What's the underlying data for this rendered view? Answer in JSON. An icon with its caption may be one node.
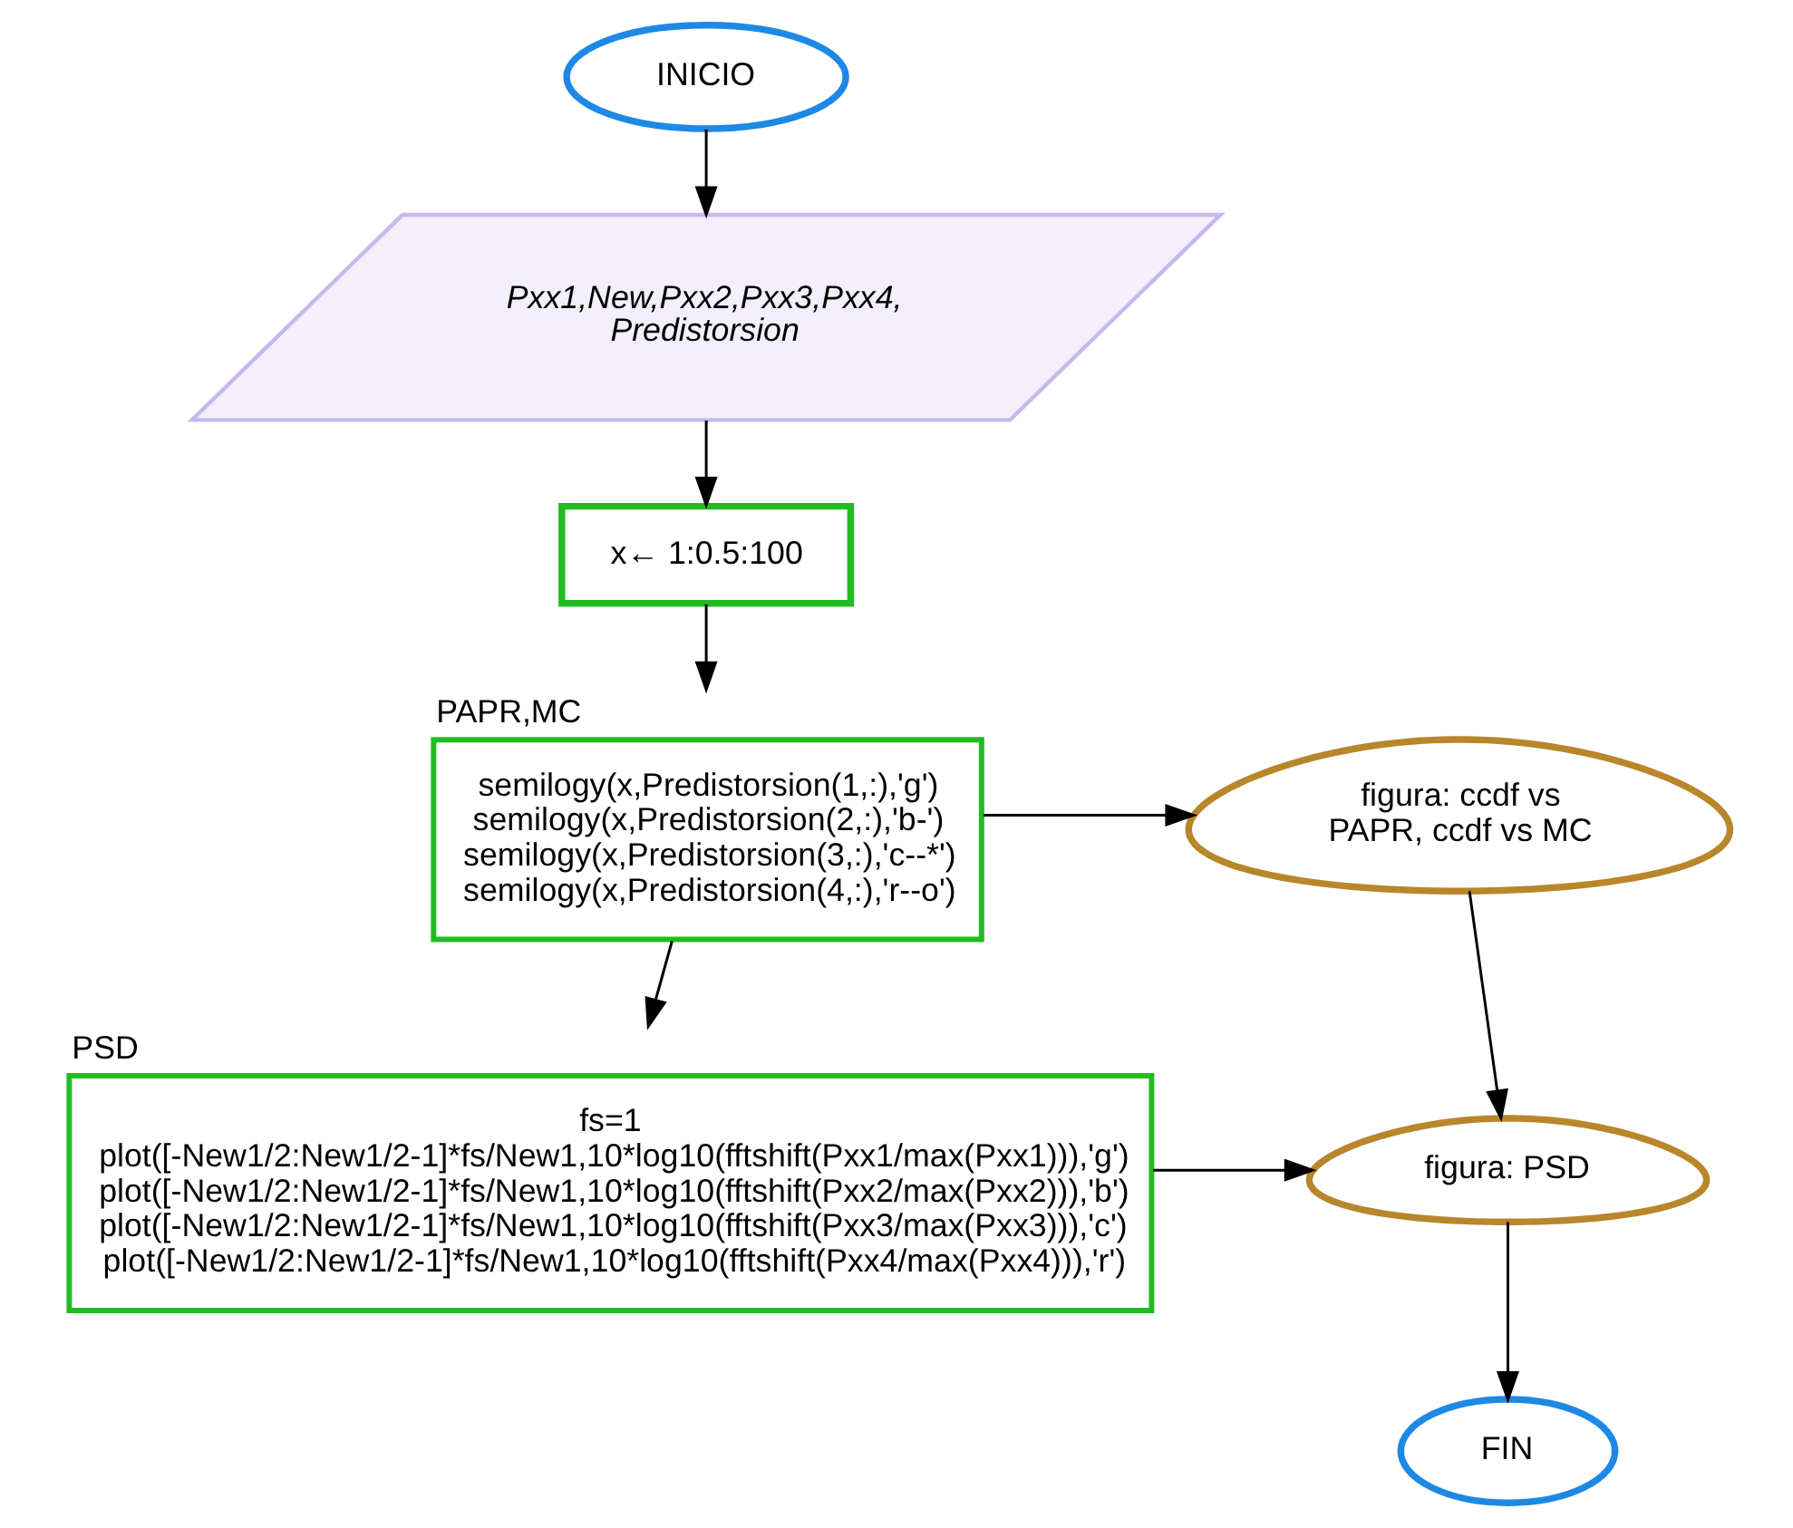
{
  "diagram": {
    "nodes": [
      {
        "text": [
          "INICIO"
        ]
      },
      {
        "text": [
          "Pxx1,New,Pxx2,Pxx3,Pxx4, Predistorsion"
        ]
      },
      {
        "text": [
          "x← 1:0.5:100"
        ]
      },
      {
        "text": [
          "PAPR,MC",
          "semilogy(x,Predistorsion(1,:),'g')",
          "semilogy(x,Predistorsion(2,:),'b-')",
          "semilogy(x,Predistorsion(3,:),'c--*')",
          "semilogy(x,Predistorsion(4,:),'r--o')"
        ]
      },
      {
        "text": [
          "PSD",
          "fs=1",
          "plot([-New1/2:New1/2-1]*fs/New1,10*log10(fftshift(Pxx1/max(Pxx1))),'g')",
          "plot([-New1/2:New1/2-1]*fs/New1,10*log10(fftshift(Pxx2/max(Pxx2))),'b')",
          "plot([-New1/2:New1/2-1]*fs/New1,10*log10(fftshift(Pxx3/max(Pxx3))),'c')",
          "plot([-New1/2:New1/2-1]*fs/New1,10*log10(fftshift(Pxx4/max(Pxx4))),'r')"
        ]
      },
      {
        "text": [
          "figura: ccdf vs PAPR, ccdf vs MC"
        ]
      },
      {
        "text": [
          "figura: PSD"
        ]
      },
      {
        "text": [
          "FIN"
        ]
      }
    ],
    "edges": [
      {
        "from": 0,
        "to": 1,
        "arrow": "to"
      },
      {
        "from": 1,
        "to": 2,
        "arrow": "to"
      },
      {
        "from": 2,
        "to": 3,
        "arrow": "to"
      },
      {
        "from": 3,
        "to": 4,
        "arrow": "to"
      },
      {
        "from": 3,
        "to": 5,
        "arrow": "to"
      },
      {
        "from": 5,
        "to": 6,
        "arrow": "to"
      },
      {
        "from": 4,
        "to": 6,
        "arrow": "to"
      },
      {
        "from": 6,
        "to": 7,
        "arrow": "to"
      }
    ]
  }
}
